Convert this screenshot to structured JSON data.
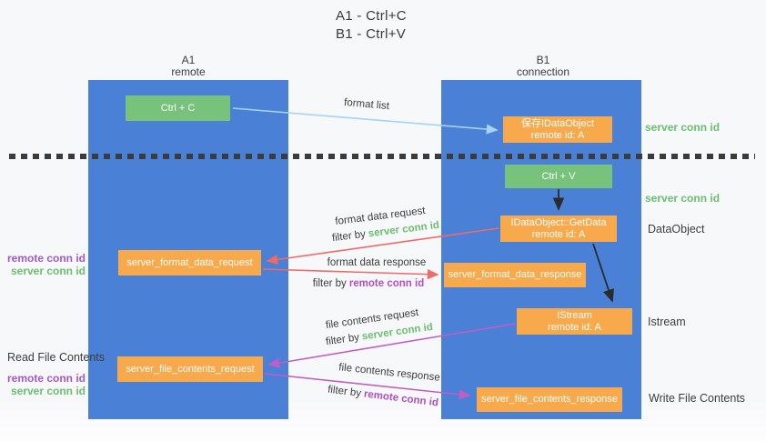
{
  "title": {
    "line1": "A1 - Ctrl+C",
    "line2": "B1 - Ctrl+V"
  },
  "columns": {
    "left": {
      "name": "A1",
      "subtitle": "remote"
    },
    "right": {
      "name": "B1",
      "subtitle": "connection"
    }
  },
  "nodes": {
    "ctrl_c": "Ctrl + C",
    "ctrl_v": "Ctrl + V",
    "save_idataobject": {
      "line1": "保存IDataObject",
      "line2": "remote id: A"
    },
    "getdata": {
      "line1": "IDataObject::GetData",
      "line2": "remote id: A"
    },
    "istream": {
      "line1": "IStream",
      "line2": "remote id: A"
    },
    "format_request": "server_format_data_request",
    "format_response": "server_format_data_response",
    "file_request": "server_file_contents_request",
    "file_response": "server_file_contents_response"
  },
  "edge_labels": {
    "format_list": "format list",
    "format_data_request": "format data request",
    "format_data_response": "format data response",
    "file_contents_request": "file contents request",
    "file_contents_response": "file contents response",
    "filter_by": "filter by",
    "server_conn_id": "server conn id",
    "remote_conn_id": "remote conn id"
  },
  "side_labels": {
    "server_conn_id_top": "server conn id",
    "server_conn_id_mid": "server conn id",
    "dataobject": "DataObject",
    "istream": "Istream",
    "write_file_contents": "Write File Contents",
    "read_file_contents": "Read File Contents",
    "remote_conn_id": "remote conn id",
    "server_conn_id": "server conn id"
  },
  "colors": {
    "lifeline_blue": "#4a80d5",
    "box_green": "#77c37c",
    "box_orange": "#f8a94b",
    "arrow_light_blue": "#a6d3f2",
    "arrow_red": "#ee6a6b",
    "arrow_magenta": "#bf5fc4",
    "arrow_black": "#2b2b2b",
    "text_dark": "#3b3b3b",
    "text_green": "#6cbf70",
    "text_purple": "#a559c9",
    "background": "#f7f8fa"
  }
}
